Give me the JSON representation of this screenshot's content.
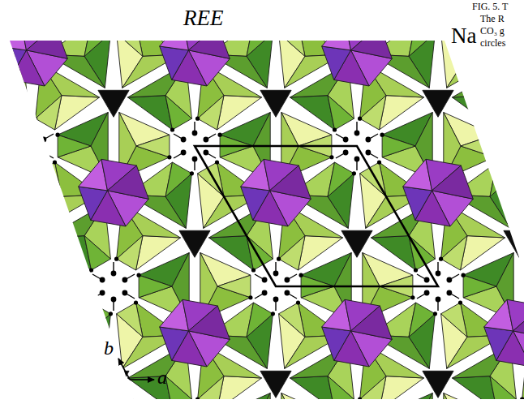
{
  "diagram": {
    "labels": [
      "REE",
      "Na",
      "FIG. 5. T",
      "The R",
      "CO₃ g",
      "circles",
      "b",
      "a"
    ]
  }
}
